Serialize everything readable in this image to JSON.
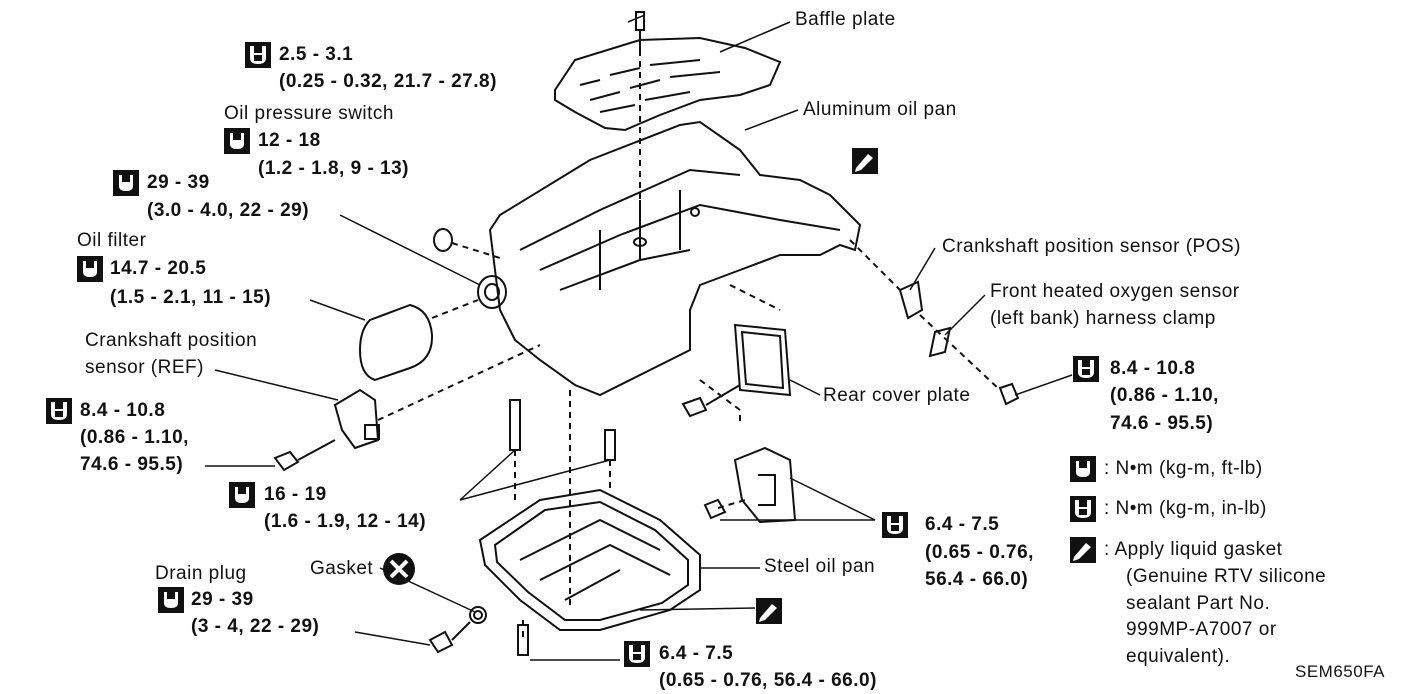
{
  "labels": {
    "baffle_plate": "Baffle plate",
    "aluminum_oil_pan": "Aluminum oil pan",
    "oil_pressure_switch": "Oil pressure switch",
    "oil_filter": "Oil filter",
    "crank_ref_1": "Crankshaft position",
    "crank_ref_2": "sensor (REF)",
    "crank_pos": "Crankshaft position sensor (POS)",
    "front_o2_1": "Front heated oxygen sensor",
    "front_o2_2": "(left bank) harness clamp",
    "rear_cover": "Rear cover plate",
    "steel_oil_pan": "Steel oil pan",
    "drain_plug": "Drain plug",
    "gasket": "Gasket"
  },
  "torques": {
    "baffle": {
      "value": "2.5 - 3.1",
      "sub": "(0.25 - 0.32, 21.7 - 27.8)"
    },
    "oil_switch": {
      "value": "12 - 18",
      "sub": "(1.2 - 1.8, 9 - 13)"
    },
    "filter_boss": {
      "value": "29 - 39",
      "sub": "(3.0 - 4.0, 22 - 29)"
    },
    "oil_filter": {
      "value": "14.7 - 20.5",
      "sub": "(1.5 - 2.1, 11 - 15)"
    },
    "crank_ref": {
      "value": "8.4 - 10.8",
      "sub1": "(0.86 - 1.10,",
      "sub2": "74.6 - 95.5)"
    },
    "pan_bolts": {
      "value": "16 - 19",
      "sub": "(1.6 - 1.9, 12 - 14)"
    },
    "drain": {
      "value": "29 - 39",
      "sub": "(3 - 4, 22 - 29)"
    },
    "steel_pan_bolt": {
      "value": "6.4 - 7.5",
      "sub": "(0.65 - 0.76, 56.4 - 66.0)"
    },
    "rear_cover": {
      "value": "6.4 - 7.5",
      "sub1": "(0.65 - 0.76,",
      "sub2": "56.4 - 66.0)"
    },
    "crank_pos": {
      "value": "8.4 - 10.8",
      "sub1": "(0.86 - 1.10,",
      "sub2": "74.6 - 95.5)"
    }
  },
  "legend": {
    "item1": ":  N•m  (kg-m,  ft-lb)",
    "item2": ":  N•m  (kg-m,  in-lb)",
    "item3_1": ":  Apply  liquid  gasket",
    "item3_2": "(Genuine  RTV  silicone",
    "item3_3": "sealant  Part  No.",
    "item3_4": "999MP-A7007  or",
    "item3_5": "equivalent)."
  },
  "figure_id": "SEM650FA"
}
